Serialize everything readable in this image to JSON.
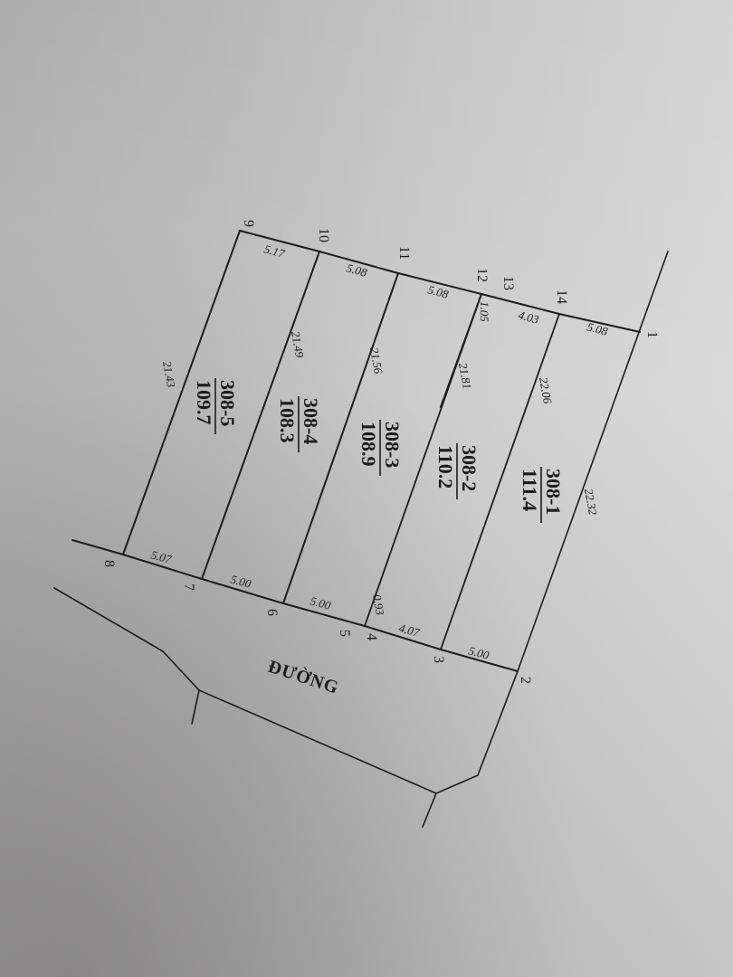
{
  "document": {
    "type": "cadastral plot subdivision sketch",
    "road_label": "ĐƯỜNG",
    "colors": {
      "ink": "#1c1c1c",
      "paper_light": "#d2d2d2",
      "paper_dark": "#a9a9a9"
    }
  },
  "points": {
    "p1": "1",
    "p2": "2",
    "p3": "3",
    "p4": "4",
    "p5": "5",
    "p6": "6",
    "p7": "7",
    "p8": "8",
    "p9": "9",
    "p10": "10",
    "p11": "11",
    "p12": "12",
    "p13": "13",
    "p14": "14"
  },
  "plots": [
    {
      "id": "308-1",
      "area": "111.4"
    },
    {
      "id": "308-2",
      "area": "110.2"
    },
    {
      "id": "308-3",
      "area": "108.9"
    },
    {
      "id": "308-4",
      "area": "108.3"
    },
    {
      "id": "308-5",
      "area": "109.7"
    }
  ],
  "dimensions": {
    "top": {
      "d9_10": "5.17",
      "d10_11": "5.08",
      "d11_12": "5.08",
      "d12_13": "1.05",
      "d13_14": "4.03",
      "d14_1": "5.08"
    },
    "bottom": {
      "d8_7": "5.07",
      "d7_6": "5.00",
      "d6_5": "5.00",
      "d4_5": "0.93",
      "d4_3": "4.07",
      "d3_2": "5.00"
    },
    "sides": {
      "d9_8": "21.43",
      "d10_7": "21.49",
      "d11_6": "21.56",
      "d12_3": "21.81",
      "d14_2": "22.06",
      "d1_2": "22.32"
    }
  }
}
